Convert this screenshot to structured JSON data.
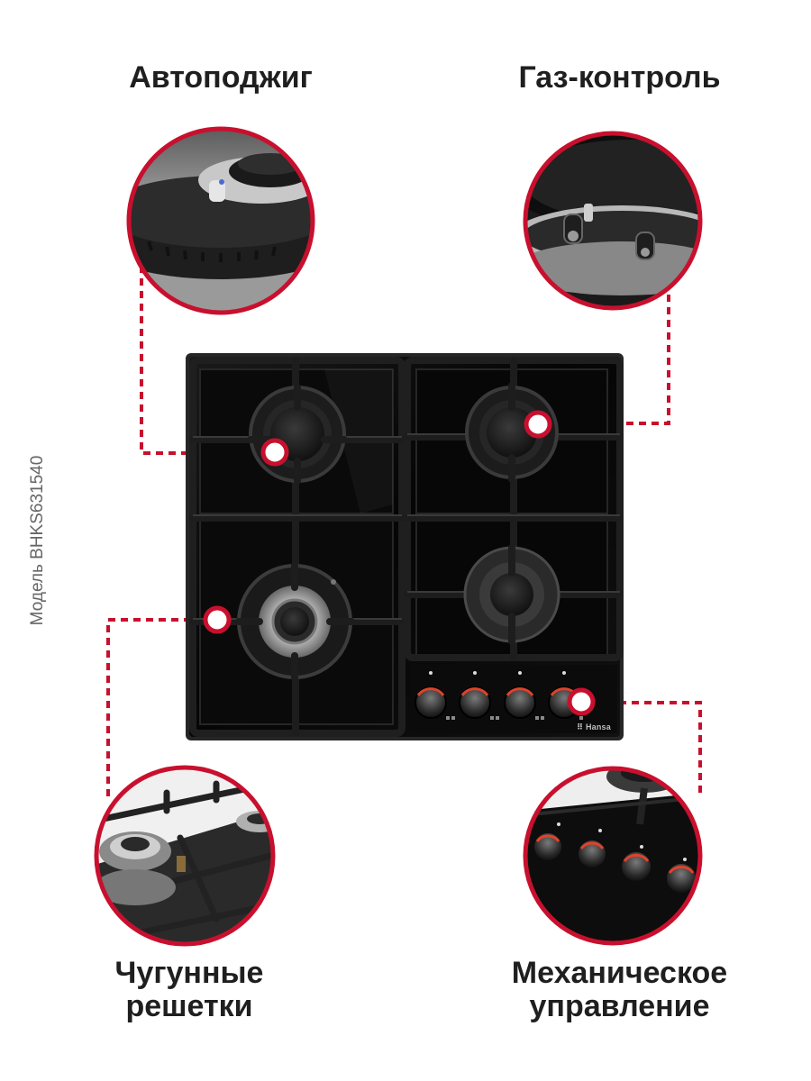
{
  "features": {
    "autoignition": "Автоподжиг",
    "gas_control": "Газ-контроль",
    "cast_iron_line1": "Чугунные",
    "cast_iron_line2": "решетки",
    "mechanical_line1": "Механическое",
    "mechanical_line2": "управление"
  },
  "model_label": "Модель BHKS631540",
  "brand": "Hansa",
  "colors": {
    "accent": "#c8102e",
    "hob_glass": "#0c0c0c",
    "grate": "#1e1e1e",
    "title_text": "#1f1f1f"
  },
  "icons": [
    "callout-dot-icon",
    "hansa-logo-icon"
  ]
}
